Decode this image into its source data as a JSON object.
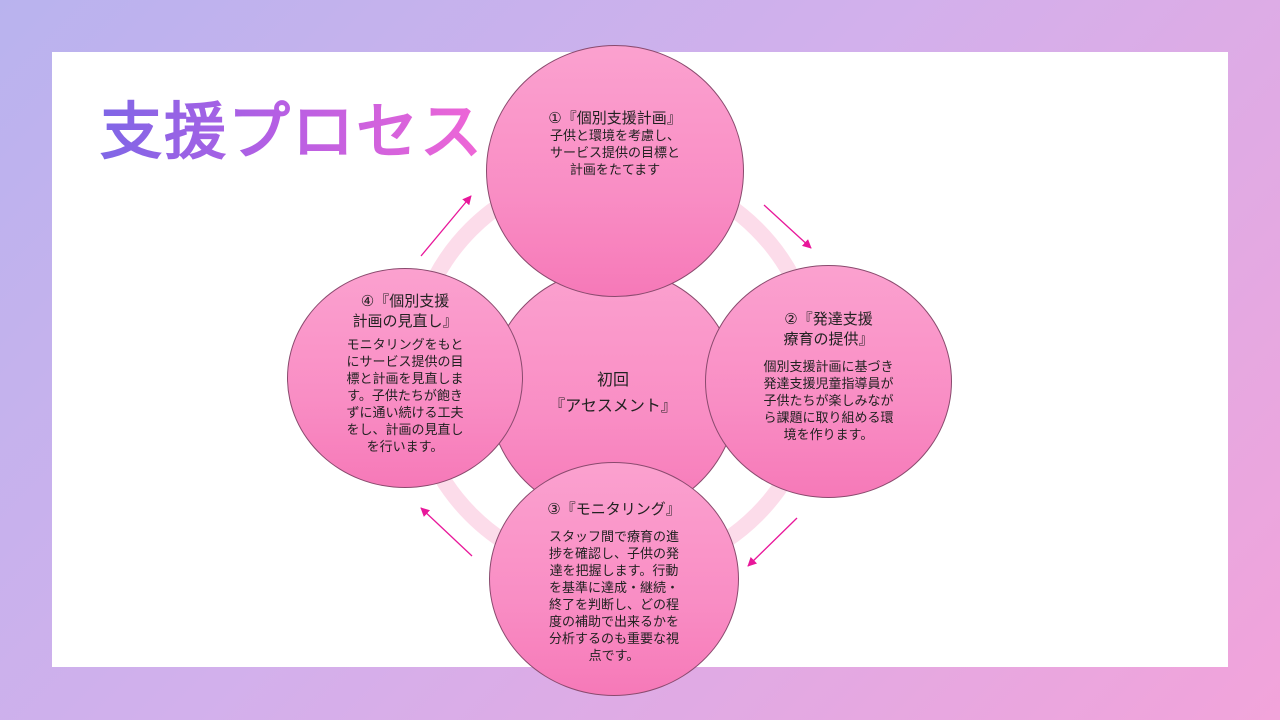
{
  "slide": {
    "title": "支援プロセス"
  },
  "center": {
    "line1": "初回",
    "line2": "『アセスメント』"
  },
  "step1": {
    "heading": "①『個別支援計画』",
    "body": [
      "子供と環境を考慮し、",
      "サービス提供の目標と",
      "計画をたてます"
    ]
  },
  "step2": {
    "heading": [
      "②『発達支援",
      "療育の提供』"
    ],
    "body": [
      "個別支援計画に基づき",
      "発達支援児童指導員が",
      "子供たちが楽しみなが",
      "ら課題に取り組める環",
      "境を作ります。"
    ]
  },
  "step3": {
    "heading": "③『モニタリング』",
    "body": [
      "スタッフ間で療育の進",
      "捗を確認し、子供の発",
      "達を把握します。行動",
      "を基準に達成・継続・",
      "終了を判断し、どの程",
      "度の補助で出来るかを",
      "分析するのも重要な視",
      "点です。"
    ]
  },
  "step4": {
    "heading": [
      "④『個別支援",
      "計画の見直し』"
    ],
    "body": [
      "モニタリングをもと",
      "にサービス提供の目",
      "標と計画を見直しま",
      "す。子供たちが飽き",
      "ずに通い続ける工夫",
      "をし、計画の見直し",
      "を行います。"
    ]
  },
  "colors": {
    "circle_fill": "#f98dc4",
    "ring": "#fcdcea",
    "arrow": "#e8179a"
  }
}
